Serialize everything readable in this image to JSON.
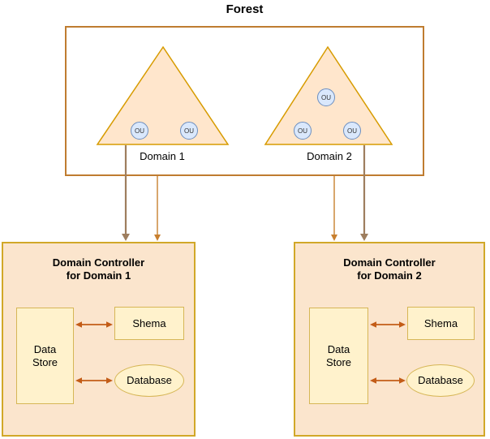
{
  "title": "Forest",
  "forest": {
    "domains": [
      {
        "label": "Domain 1",
        "ous": [
          "OU",
          "OU"
        ]
      },
      {
        "label": "Domain 2",
        "ous": [
          "OU",
          "OU",
          "OU"
        ]
      }
    ]
  },
  "controllers": [
    {
      "title_line1": "Domain Controller",
      "title_line2": "for Domain 1",
      "data_store": "Data Store",
      "schema": "Shema",
      "database": "Database"
    },
    {
      "title_line1": "Domain Controller",
      "title_line2": "for Domain 2",
      "data_store": "Data Store",
      "schema": "Shema",
      "database": "Database"
    }
  ],
  "colors": {
    "forest-border": "#bf7c30",
    "triangle-fill": "#ffe6cc",
    "triangle-stroke": "#d79b00",
    "ou-fill": "#dae8fc",
    "ou-stroke": "#6c8ebf",
    "dc-fill": "#fbe5cd",
    "dc-border": "#d1a828",
    "node-fill": "#fff2cc",
    "node-border": "#d6b656",
    "arrow-orange": "#c35c17",
    "conn-brown": "#9e7e5e",
    "conn-orange": "#c87f2e",
    "text-color": "#000000"
  }
}
